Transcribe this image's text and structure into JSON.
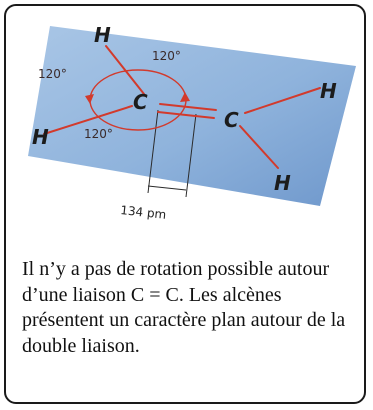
{
  "diagram": {
    "atoms": {
      "h_top_left": "H",
      "h_left": "H",
      "c_left": "C",
      "c_right": "C",
      "h_top_right": "H",
      "h_bottom_right": "H"
    },
    "angles": {
      "top": "120°",
      "left": "120°",
      "bottom": "120°"
    },
    "bond_length": "134 pm",
    "colors": {
      "plane": "#8fb3dc",
      "bond": "#d23a2c",
      "arc": "#d23a2c"
    }
  },
  "caption": "Il n’y a pas de rotation possible autour d’une liaison C = C. Les alcènes présentent un caractère plan autour de la double liaison."
}
